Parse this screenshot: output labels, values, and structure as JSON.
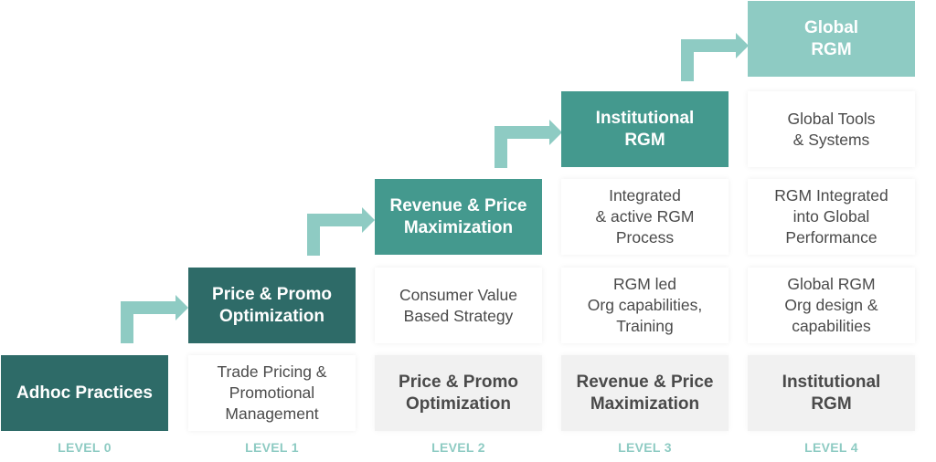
{
  "colors": {
    "level_dark": "#2e6b68",
    "level_mid": "#44998e",
    "level_light": "#8ecbc3",
    "arrow": "#8ecbc3",
    "card_bg": "#ffffff",
    "previous_bg": "#f1f1f1",
    "text": "#4a4a4a",
    "level_label": "#8ecbc3"
  },
  "levels": [
    {
      "label": "LEVEL 0",
      "title": "Adhoc Practices",
      "cards": [],
      "previous": null
    },
    {
      "label": "LEVEL 1",
      "title": "Price & Promo\nOptimization",
      "cards": [
        "Trade Pricing &\nPromotional\nManagement"
      ],
      "previous": null
    },
    {
      "label": "LEVEL 2",
      "title": "Revenue & Price\nMaximization",
      "cards": [
        "Consumer Value\nBased Strategy"
      ],
      "previous": "Price & Promo\nOptimization"
    },
    {
      "label": "LEVEL 3",
      "title": "Institutional\nRGM",
      "cards": [
        "Integrated\n& active RGM\nProcess",
        "RGM led\nOrg capabilities,\nTraining"
      ],
      "previous": "Revenue & Price\nMaximization"
    },
    {
      "label": "LEVEL 4",
      "title": "Global\nRGM",
      "cards": [
        "Global Tools\n& Systems",
        "RGM Integrated\ninto Global\nPerformance",
        "Global RGM\nOrg design &\ncapabilities"
      ],
      "previous": "Institutional\nRGM"
    }
  ]
}
